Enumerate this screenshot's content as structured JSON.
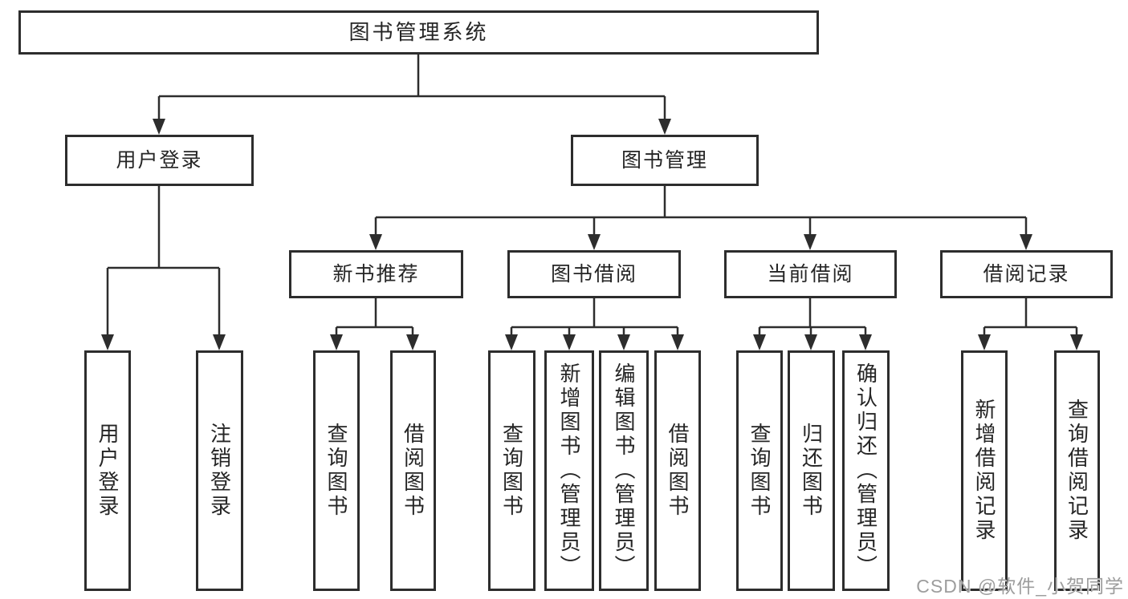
{
  "diagram": {
    "type": "hierarchy-structure-chart",
    "colors": {
      "line": "#2d2d2d",
      "box_border": "#2d2d2d",
      "text": "#252525",
      "watermark": "#9d9d9d",
      "background": "#ffffff"
    }
  },
  "nodes": {
    "root": {
      "label": "图书管理系统"
    },
    "user_login": {
      "label": "用户登录"
    },
    "book_mgmt": {
      "label": "图书管理"
    },
    "new_book_rec": {
      "label": "新书推荐"
    },
    "book_borrow": {
      "label": "图书借阅"
    },
    "current_borrow": {
      "label": "当前借阅"
    },
    "borrow_record": {
      "label": "借阅记录"
    },
    "leaves": {
      "user_login": "用户登录",
      "logout": "注销登录",
      "rec_query_book": "查询图书",
      "rec_borrow_book": "借阅图书",
      "bor_query_book": "查询图书",
      "bor_add_book": "新增图书（管理员）",
      "bor_edit_book": "编辑图书（管理员）",
      "bor_borrow_book": "借阅图书",
      "cur_query_book": "查询图书",
      "cur_return_book": "归还图书",
      "cur_confirm_return": "确认归还（管理员）",
      "his_add_record": "新增借阅记录",
      "his_query_record": "查询借阅记录"
    }
  },
  "hierarchy": {
    "图书管理系统": {
      "用户登录": [
        "用户登录",
        "注销登录"
      ],
      "图书管理": {
        "新书推荐": [
          "查询图书",
          "借阅图书"
        ],
        "图书借阅": [
          "查询图书",
          "新增图书（管理员）",
          "编辑图书（管理员）",
          "借阅图书"
        ],
        "当前借阅": [
          "查询图书",
          "归还图书",
          "确认归还（管理员）"
        ],
        "借阅记录": [
          "新增借阅记录",
          "查询借阅记录"
        ]
      }
    }
  },
  "watermark": {
    "text": "CSDN @软件_小贺同学"
  }
}
